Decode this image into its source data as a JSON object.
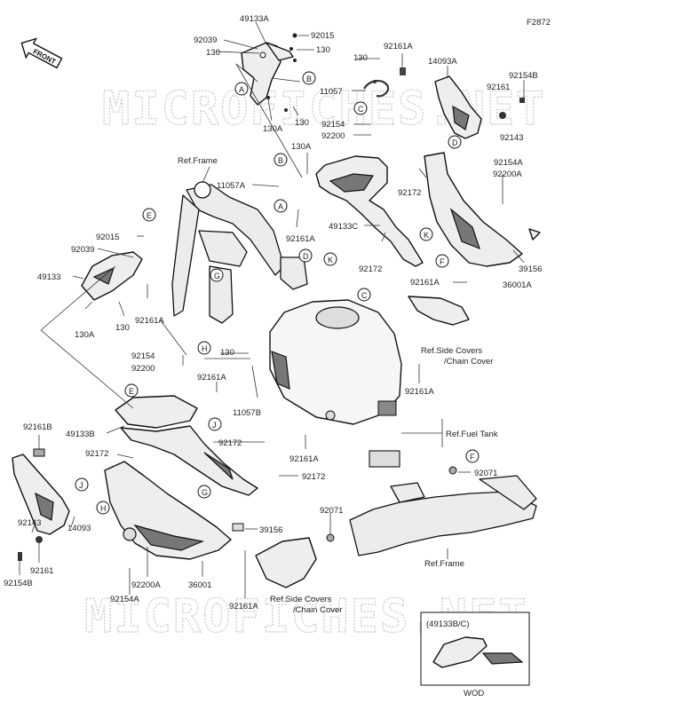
{
  "diagram": {
    "code": "F2872",
    "direction": "FRONT",
    "watermark": "MICROFICHES.NET",
    "inset": {
      "title": "(49133B/C)",
      "caption": "WOD"
    }
  },
  "labels": [
    {
      "id": "l1",
      "text": "49133A"
    },
    {
      "id": "l2",
      "text": "92015"
    },
    {
      "id": "l3",
      "text": "92039"
    },
    {
      "id": "l4",
      "text": "130"
    },
    {
      "id": "l5",
      "text": "130"
    },
    {
      "id": "l6",
      "text": "130"
    },
    {
      "id": "l7",
      "text": "92161A"
    },
    {
      "id": "l8",
      "text": "14093A"
    },
    {
      "id": "l9",
      "text": "92154B"
    },
    {
      "id": "l10",
      "text": "11057"
    },
    {
      "id": "l11",
      "text": "92161"
    },
    {
      "id": "l12",
      "text": "130"
    },
    {
      "id": "l13",
      "text": "92154"
    },
    {
      "id": "l14",
      "text": "92200"
    },
    {
      "id": "l15",
      "text": "92143"
    },
    {
      "id": "l16",
      "text": "130A"
    },
    {
      "id": "l17",
      "text": "130A"
    },
    {
      "id": "l18",
      "text": "Ref.Frame"
    },
    {
      "id": "l19",
      "text": "92154A"
    },
    {
      "id": "l20",
      "text": "11057A"
    },
    {
      "id": "l21",
      "text": "92172"
    },
    {
      "id": "l22",
      "text": "92200A"
    },
    {
      "id": "l23",
      "text": "49133C"
    },
    {
      "id": "l24",
      "text": "92015"
    },
    {
      "id": "l25",
      "text": "92039"
    },
    {
      "id": "l26",
      "text": "92161A"
    },
    {
      "id": "l27",
      "text": "92172"
    },
    {
      "id": "l28",
      "text": "39156"
    },
    {
      "id": "l29",
      "text": "49133"
    },
    {
      "id": "l30",
      "text": "36001A"
    },
    {
      "id": "l31",
      "text": "92161A"
    },
    {
      "id": "l32",
      "text": "130A"
    },
    {
      "id": "l33",
      "text": "92161A"
    },
    {
      "id": "l34",
      "text": "130"
    },
    {
      "id": "l35",
      "text": "Ref.Side Covers"
    },
    {
      "id": "l36",
      "text": "/Chain Cover"
    },
    {
      "id": "l37",
      "text": "130"
    },
    {
      "id": "l38",
      "text": "92154"
    },
    {
      "id": "l39",
      "text": "92200"
    },
    {
      "id": "l40",
      "text": "92161A"
    },
    {
      "id": "l41",
      "text": "92161A"
    },
    {
      "id": "l42",
      "text": "11057B"
    },
    {
      "id": "l43",
      "text": "92161B"
    },
    {
      "id": "l44",
      "text": "49133B"
    },
    {
      "id": "l45",
      "text": "Ref.Fuel Tank"
    },
    {
      "id": "l46",
      "text": "92172"
    },
    {
      "id": "l47",
      "text": "92172"
    },
    {
      "id": "l48",
      "text": "92161A"
    },
    {
      "id": "l49",
      "text": "92071"
    },
    {
      "id": "l50",
      "text": "92172"
    },
    {
      "id": "l51",
      "text": "92143"
    },
    {
      "id": "l52",
      "text": "92071"
    },
    {
      "id": "l53",
      "text": "39156"
    },
    {
      "id": "l54",
      "text": "14093"
    },
    {
      "id": "l55",
      "text": "92161"
    },
    {
      "id": "l56",
      "text": "Ref.Frame"
    },
    {
      "id": "l57",
      "text": "92154B"
    },
    {
      "id": "l58",
      "text": "92154A"
    },
    {
      "id": "l59",
      "text": "92200A"
    },
    {
      "id": "l60",
      "text": "36001"
    },
    {
      "id": "l61",
      "text": "92161A"
    },
    {
      "id": "l62",
      "text": "Ref.Side Covers"
    },
    {
      "id": "l63",
      "text": "/Chain Cover"
    }
  ],
  "callouts": [
    {
      "id": "c1",
      "letter": "A"
    },
    {
      "id": "c2",
      "letter": "B"
    },
    {
      "id": "c3",
      "letter": "C"
    },
    {
      "id": "c4",
      "letter": "D"
    },
    {
      "id": "c5",
      "letter": "B"
    },
    {
      "id": "c6",
      "letter": "A"
    },
    {
      "id": "c7",
      "letter": "K"
    },
    {
      "id": "c8",
      "letter": "F"
    },
    {
      "id": "c9",
      "letter": "E"
    },
    {
      "id": "c10",
      "letter": "D"
    },
    {
      "id": "c11",
      "letter": "K"
    },
    {
      "id": "c12",
      "letter": "G"
    },
    {
      "id": "c13",
      "letter": "H"
    },
    {
      "id": "c14",
      "letter": "C"
    },
    {
      "id": "c15",
      "letter": "E"
    },
    {
      "id": "c16",
      "letter": "J"
    },
    {
      "id": "c17",
      "letter": "F"
    },
    {
      "id": "c18",
      "letter": "J"
    },
    {
      "id": "c19",
      "letter": "G"
    },
    {
      "id": "c20",
      "letter": "H"
    }
  ]
}
